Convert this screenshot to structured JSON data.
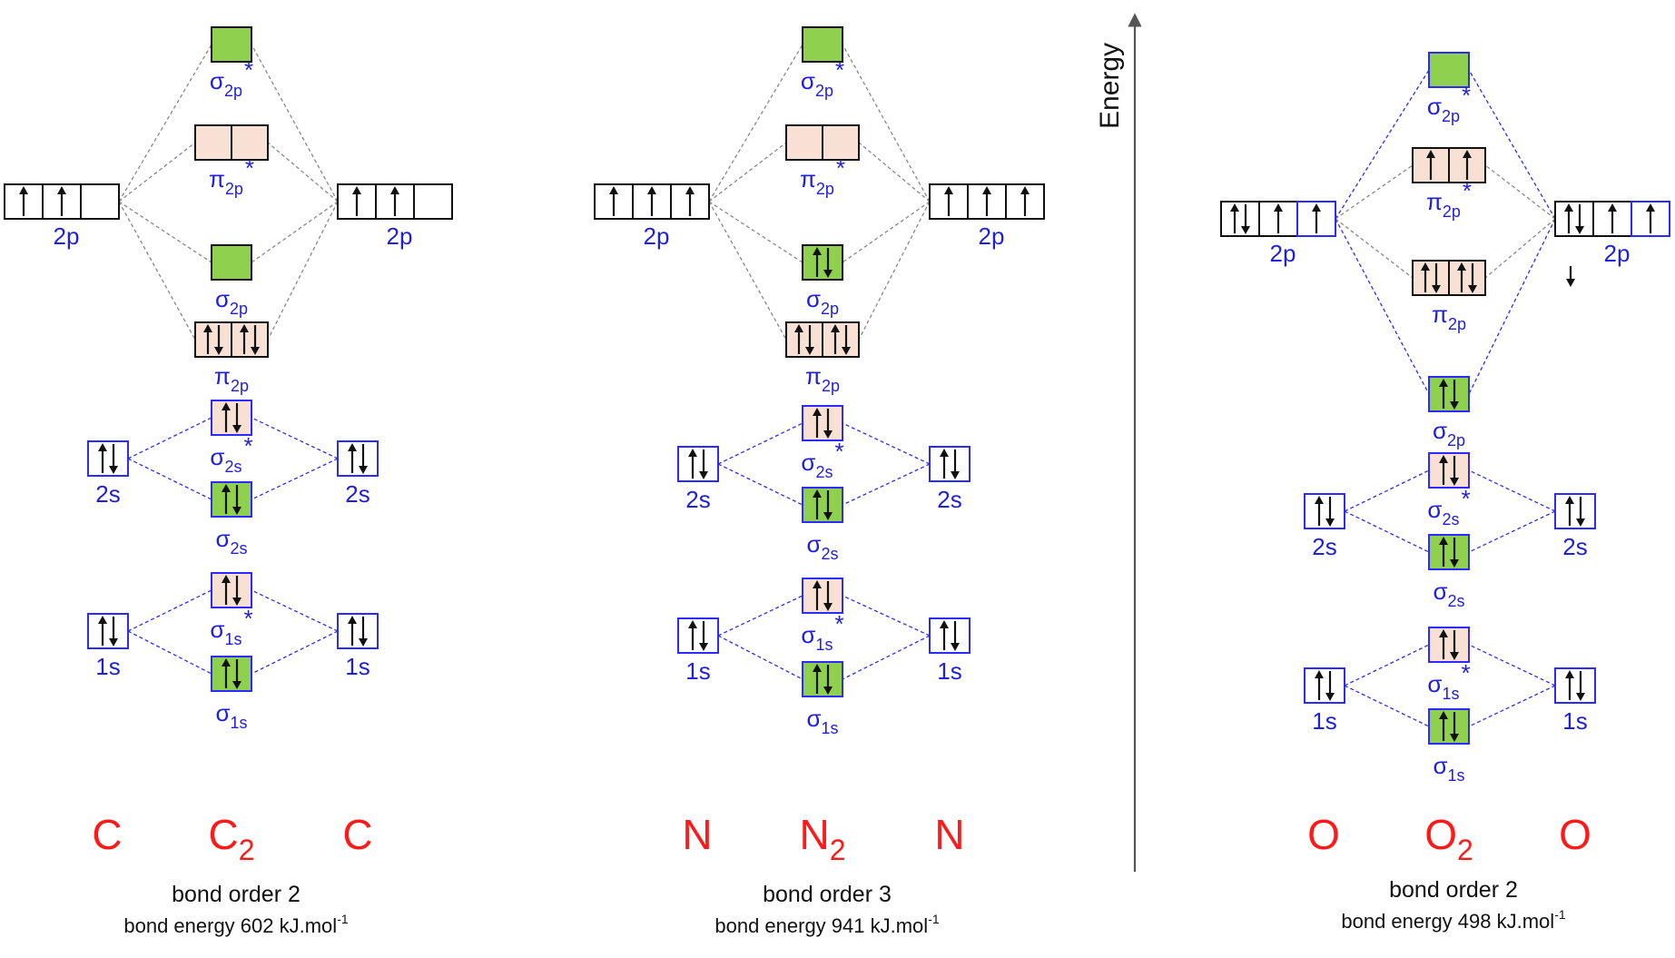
{
  "colors": {
    "bonding_fill": "#8fd14f",
    "pi_fill": "#f8e1d4",
    "empty_fill": "#ffffff",
    "label": "#1f1fe0",
    "atom_label": "#ff1a1a",
    "connector_grey": "#888888",
    "connector_blue": "#2b2bff",
    "axis": "#555555"
  },
  "axis": {
    "label": "Energy"
  },
  "panels": [
    {
      "id": "c2",
      "atom_left": "C",
      "molecule": {
        "base": "C",
        "sub": "2"
      },
      "atom_right": "C",
      "bond_order_text": "bond order 2",
      "bond_energy_text": "bond energy 602 kJ.mol",
      "bond_energy_unit_sup": "-1"
    },
    {
      "id": "n2",
      "atom_left": "N",
      "molecule": {
        "base": "N",
        "sub": "2"
      },
      "atom_right": "N",
      "bond_order_text": "bond order 3",
      "bond_energy_text": "bond energy 941 kJ.mol",
      "bond_energy_unit_sup": "-1"
    },
    {
      "id": "o2",
      "atom_left": "O",
      "molecule": {
        "base": "O",
        "sub": "2"
      },
      "atom_right": "O",
      "bond_order_text": "bond order 2",
      "bond_energy_text": "bond energy 498 kJ.mol",
      "bond_energy_unit_sup": "-1"
    }
  ],
  "orbital_labels": {
    "atomic_2p": "2p",
    "atomic_2s": "2s",
    "atomic_1s": "1s",
    "sigma": "σ",
    "pi": "π",
    "star": "*",
    "sub_2p": "2p",
    "sub_2s": "2s",
    "sub_1s": "1s"
  },
  "electron_config": {
    "c2": {
      "atomic_2p": [
        [
          "up"
        ],
        [
          "up"
        ],
        []
      ],
      "sigma_2p_star": [
        []
      ],
      "pi_2p_star": [
        [],
        []
      ],
      "sigma_2p": [
        []
      ],
      "pi_2p": [
        [
          "up",
          "down"
        ],
        [
          "up",
          "down"
        ]
      ],
      "atomic_2s": [
        [
          "up",
          "down"
        ]
      ],
      "sigma_2s_star": [
        [
          "up",
          "down"
        ]
      ],
      "sigma_2s": [
        [
          "up",
          "down"
        ]
      ],
      "atomic_1s": [
        [
          "up",
          "down"
        ]
      ],
      "sigma_1s_star": [
        [
          "up",
          "down"
        ]
      ],
      "sigma_1s": [
        [
          "up",
          "down"
        ]
      ]
    },
    "n2": {
      "atomic_2p": [
        [
          "up"
        ],
        [
          "up"
        ],
        [
          "up"
        ]
      ],
      "sigma_2p_star": [
        []
      ],
      "pi_2p_star": [
        [],
        []
      ],
      "sigma_2p": [
        [
          "up",
          "down"
        ]
      ],
      "pi_2p": [
        [
          "up",
          "down"
        ],
        [
          "up",
          "down"
        ]
      ],
      "atomic_2s": [
        [
          "up",
          "down"
        ]
      ],
      "sigma_2s_star": [
        [
          "up",
          "down"
        ]
      ],
      "sigma_2s": [
        [
          "up",
          "down"
        ]
      ],
      "atomic_1s": [
        [
          "up",
          "down"
        ]
      ],
      "sigma_1s_star": [
        [
          "up",
          "down"
        ]
      ],
      "sigma_1s": [
        [
          "up",
          "down"
        ]
      ]
    },
    "o2": {
      "atomic_2p": [
        [
          "up",
          "down"
        ],
        [
          "up"
        ],
        [
          "up"
        ]
      ],
      "sigma_2p_star": [
        []
      ],
      "pi_2p_star": [
        [
          "up"
        ],
        [
          "up"
        ]
      ],
      "pi_2p": [
        [
          "up",
          "down"
        ],
        [
          "up",
          "down"
        ]
      ],
      "sigma_2p": [
        [
          "up",
          "down"
        ]
      ],
      "atomic_2s": [
        [
          "up",
          "down"
        ]
      ],
      "sigma_2s_star": [
        [
          "up",
          "down"
        ]
      ],
      "sigma_2s": [
        [
          "up",
          "down"
        ]
      ],
      "atomic_1s": [
        [
          "up",
          "down"
        ]
      ],
      "sigma_1s_star": [
        [
          "up",
          "down"
        ]
      ],
      "sigma_1s": [
        [
          "up",
          "down"
        ]
      ]
    }
  }
}
